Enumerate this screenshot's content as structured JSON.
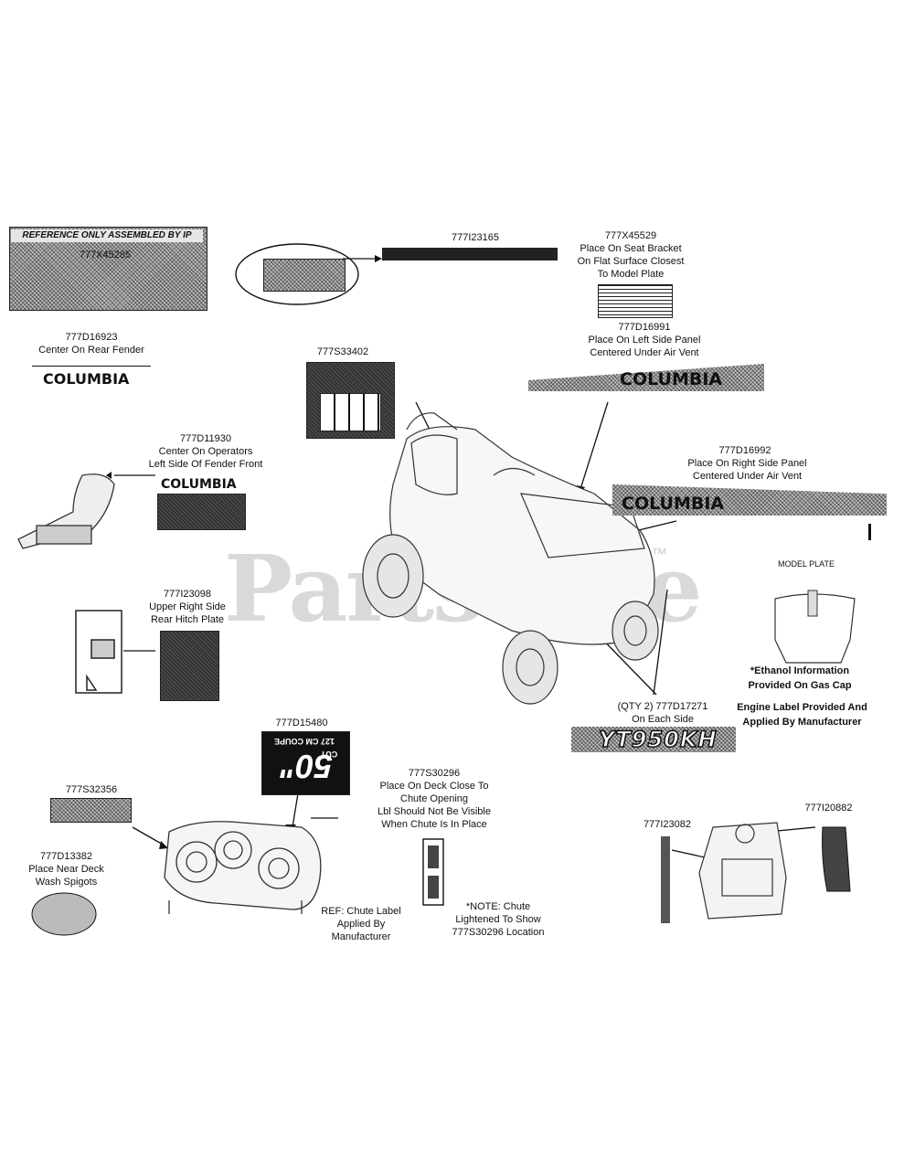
{
  "watermark": {
    "text": "PartsTree",
    "tm": "™"
  },
  "brand": {
    "name": "COLUMBIA"
  },
  "labels": {
    "ref_only": "REFERENCE ONLY ASSEMBLED BY IP",
    "x45285": "777X45285",
    "i23165": "777I23165",
    "x45529_l1": "777X45529",
    "x45529_l2": "Place On Seat Bracket",
    "x45529_l3": "On Flat Surface Closest",
    "x45529_l4": "To Model Plate",
    "d16923_l1": "777D16923",
    "d16923_l2": "Center On Rear Fender",
    "s33402": "777S33402",
    "d16991_l1": "777D16991",
    "d16991_l2": "Place On Left Side Panel",
    "d16991_l3": "Centered Under Air Vent",
    "d11930_l1": "777D11930",
    "d11930_l2": "Center On Operators",
    "d11930_l3": "Left Side Of Fender Front",
    "d16992_l1": "777D16992",
    "d16992_l2": "Place On Right Side Panel",
    "d16992_l3": "Centered Under Air Vent",
    "model_plate": "MODEL PLATE",
    "i23098_l1": "777I23098",
    "i23098_l2": "Upper Right Side",
    "i23098_l3": "Rear Hitch Plate",
    "ethanol_l1": "*Ethanol Information",
    "ethanol_l2": "Provided On Gas Cap",
    "engine_l1": "Engine Label Provided And",
    "engine_l2": "Applied By Manufacturer",
    "d17271_l1": "(QTY 2) 777D17271",
    "d17271_l2": "On Each Side",
    "model_decal": "YT950KH",
    "d15480": "777D15480",
    "cut_size": "50\"",
    "cut_cm": "127 CM COUPE",
    "cut_word": "CUT",
    "s30296_l1": "777S30296",
    "s30296_l2": "Place On Deck Close To",
    "s30296_l3": "Chute Opening",
    "s30296_l4": "Lbl Should Not Be Visible",
    "s30296_l5": "When Chute Is In Place",
    "s32356": "777S32356",
    "d13382_l1": "777D13382",
    "d13382_l2": "Place Near Deck",
    "d13382_l3": "Wash Spigots",
    "ref_chute_l1": "REF: Chute Label",
    "ref_chute_l2": "Applied By",
    "ref_chute_l3": "Manufacturer",
    "note_l1": "*NOTE: Chute",
    "note_l2": "Lightened To Show",
    "note_l3": "777S30296 Location",
    "i23082": "777I23082",
    "i20882": "777I20882"
  }
}
